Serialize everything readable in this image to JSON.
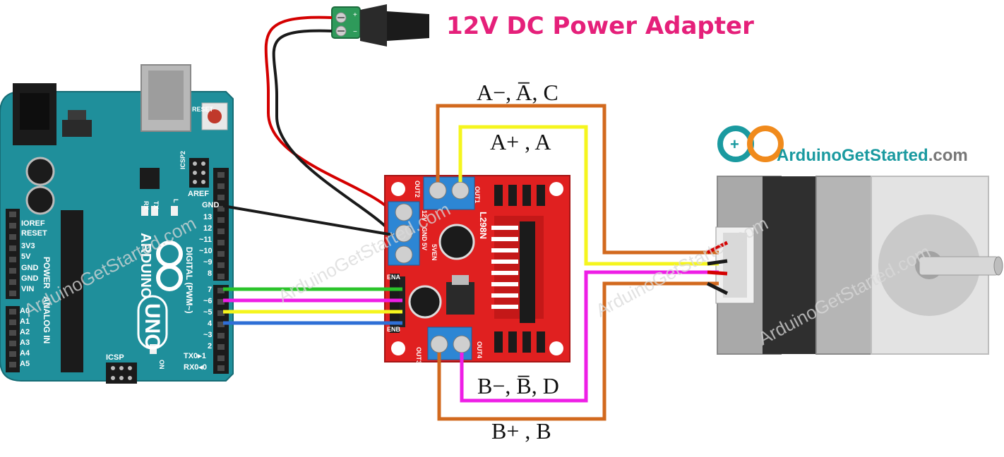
{
  "labels": {
    "power_adapter": "12V DC Power Adapter",
    "coil_a_minus": "A−, A̅, C",
    "coil_a_plus": "A+ , A",
    "coil_b_minus": "B−, B̅, D",
    "coil_b_plus": "B+ , B"
  },
  "brand": {
    "name": "ArduinoGetStarted",
    "suffix": ".com",
    "watermark": "ArduinoGetStarted.com"
  },
  "arduino": {
    "logo_text": "ARDUINO",
    "model": "UNO",
    "reset_label": "RESET",
    "icsp2_label": "ICSP2",
    "icsp_label": "ICSP",
    "aref_label": "AREF",
    "gnd_label": "GND",
    "digital_label": "DIGITAL (PWM~)",
    "power_label": "POWER",
    "analog_label": "ANALOG IN",
    "tx_label": "TX",
    "rx_label": "RX",
    "l_label": "L",
    "on_label": "ON",
    "power_pins": [
      "IOREF",
      "RESET",
      "3V3",
      "5V",
      "GND",
      "GND",
      "VIN"
    ],
    "analog_pins": [
      "A0",
      "A1",
      "A2",
      "A3",
      "A4",
      "A5"
    ],
    "digital_pins_top": [
      "13",
      "12",
      "~11",
      "~10",
      "~9",
      "8"
    ],
    "digital_pins_bottom": [
      "7",
      "~6",
      "~5",
      "4",
      "~3",
      "2",
      "TX0▸1",
      "RX0◂0"
    ]
  },
  "driver": {
    "chip": "L298N",
    "out1": "OUT1",
    "out2": "OUT2",
    "out3": "OUT3",
    "out4": "OUT4",
    "v12": "12V",
    "gnd": "GND",
    "v5": "5V",
    "v5en": "5VEN",
    "ena": "ENA",
    "enb": "ENB"
  },
  "colors": {
    "wire_red": "#d40000",
    "wire_black": "#1a1a1a",
    "wire_orange": "#d2691e",
    "wire_yellow": "#f5f51e",
    "wire_pink": "#ee1ee6",
    "wire_green": "#2bc42b",
    "wire_blue": "#2f6fd6",
    "arduino_board": "#1f8f9b",
    "driver_board": "#e02020",
    "title": "#e5207a",
    "brand_teal": "#1a9aa0",
    "brand_orange": "#f08a1c"
  },
  "icons": [
    "arduino-infinity-logo",
    "dc-barrel-jack",
    "screw-terminal",
    "stepper-motor"
  ]
}
